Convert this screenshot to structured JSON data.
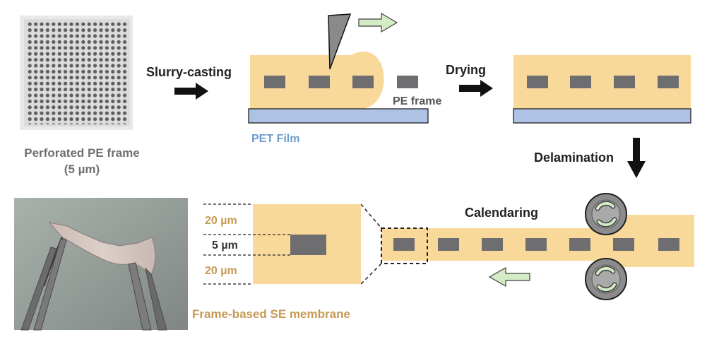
{
  "labels": {
    "frame_name": "Perforated PE frame",
    "frame_thickness": "(5 µm)",
    "step_slurry": "Slurry-casting",
    "pe_frame": "PE frame",
    "pet_film": "PET Film",
    "step_drying": "Drying",
    "step_delamination": "Delamination",
    "step_calendaring": "Calendaring",
    "layer_top": "20 µm",
    "layer_mid": "5 µm",
    "layer_bottom": "20 µm",
    "membrane_caption": "Frame-based SE membrane"
  },
  "colors": {
    "slurry": "#f8d99a",
    "pe_frame": "#6e6e70",
    "pet_film": "#aec2e6",
    "pet_label": "#6f9cc8",
    "dim_label": "#c69a55",
    "arrow_green": "#d3ecc6",
    "arrow_green_stroke": "#3f3f3f",
    "roller": "#8c8c8c",
    "text": "#222222",
    "caption_gray": "#707070"
  },
  "icons": {
    "process_arrow": "right-arrow-icon",
    "down_arrow": "down-arrow-icon",
    "rotation": "rotation-arrows-icon",
    "blade": "doctor-blade-icon"
  }
}
